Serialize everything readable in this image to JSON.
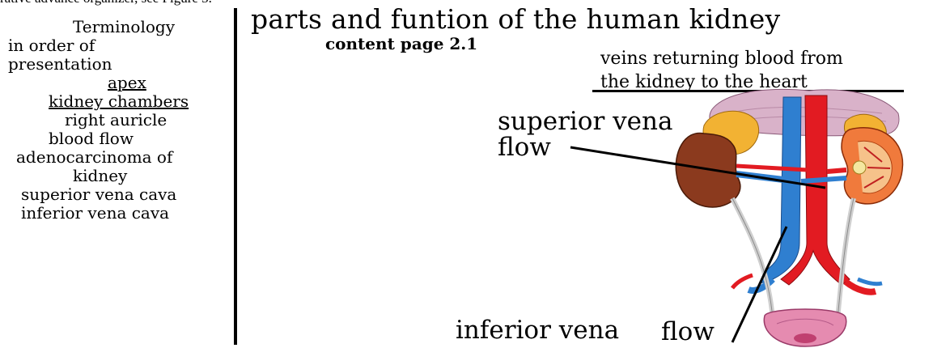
{
  "cut_off_text": "rative advance organizer, see Figure 3.",
  "title": "parts and funtion of the human kidney",
  "subtitle": "content page 2.1",
  "note": {
    "line1": "veins returning blood from",
    "line2": "the kidney to the heart"
  },
  "sidebar": {
    "heading_line1": "Terminology",
    "heading_line2": "in order of",
    "heading_line3": "presentation",
    "terms": {
      "apex": "apex",
      "kidney_chambers": "kidney chambers",
      "right_auricle": "right auricle",
      "blood_flow": "blood flow",
      "adeno_line1": "adenocarcinoma of",
      "adeno_line2": "kidney",
      "superior": "superior vena cava",
      "inferior": "inferior vena cava"
    }
  },
  "labels": {
    "superior_line1": "superior vena",
    "superior_line2": "flow",
    "inferior_a": "inferior vena",
    "inferior_b": "flow"
  },
  "colors": {
    "vein_blue": "#2f7fd0",
    "artery_red": "#e21b22",
    "kidney_brown": "#8b3a1e",
    "adrenal_yellow": "#f2b233",
    "bladder_pink": "#e58bb0"
  }
}
